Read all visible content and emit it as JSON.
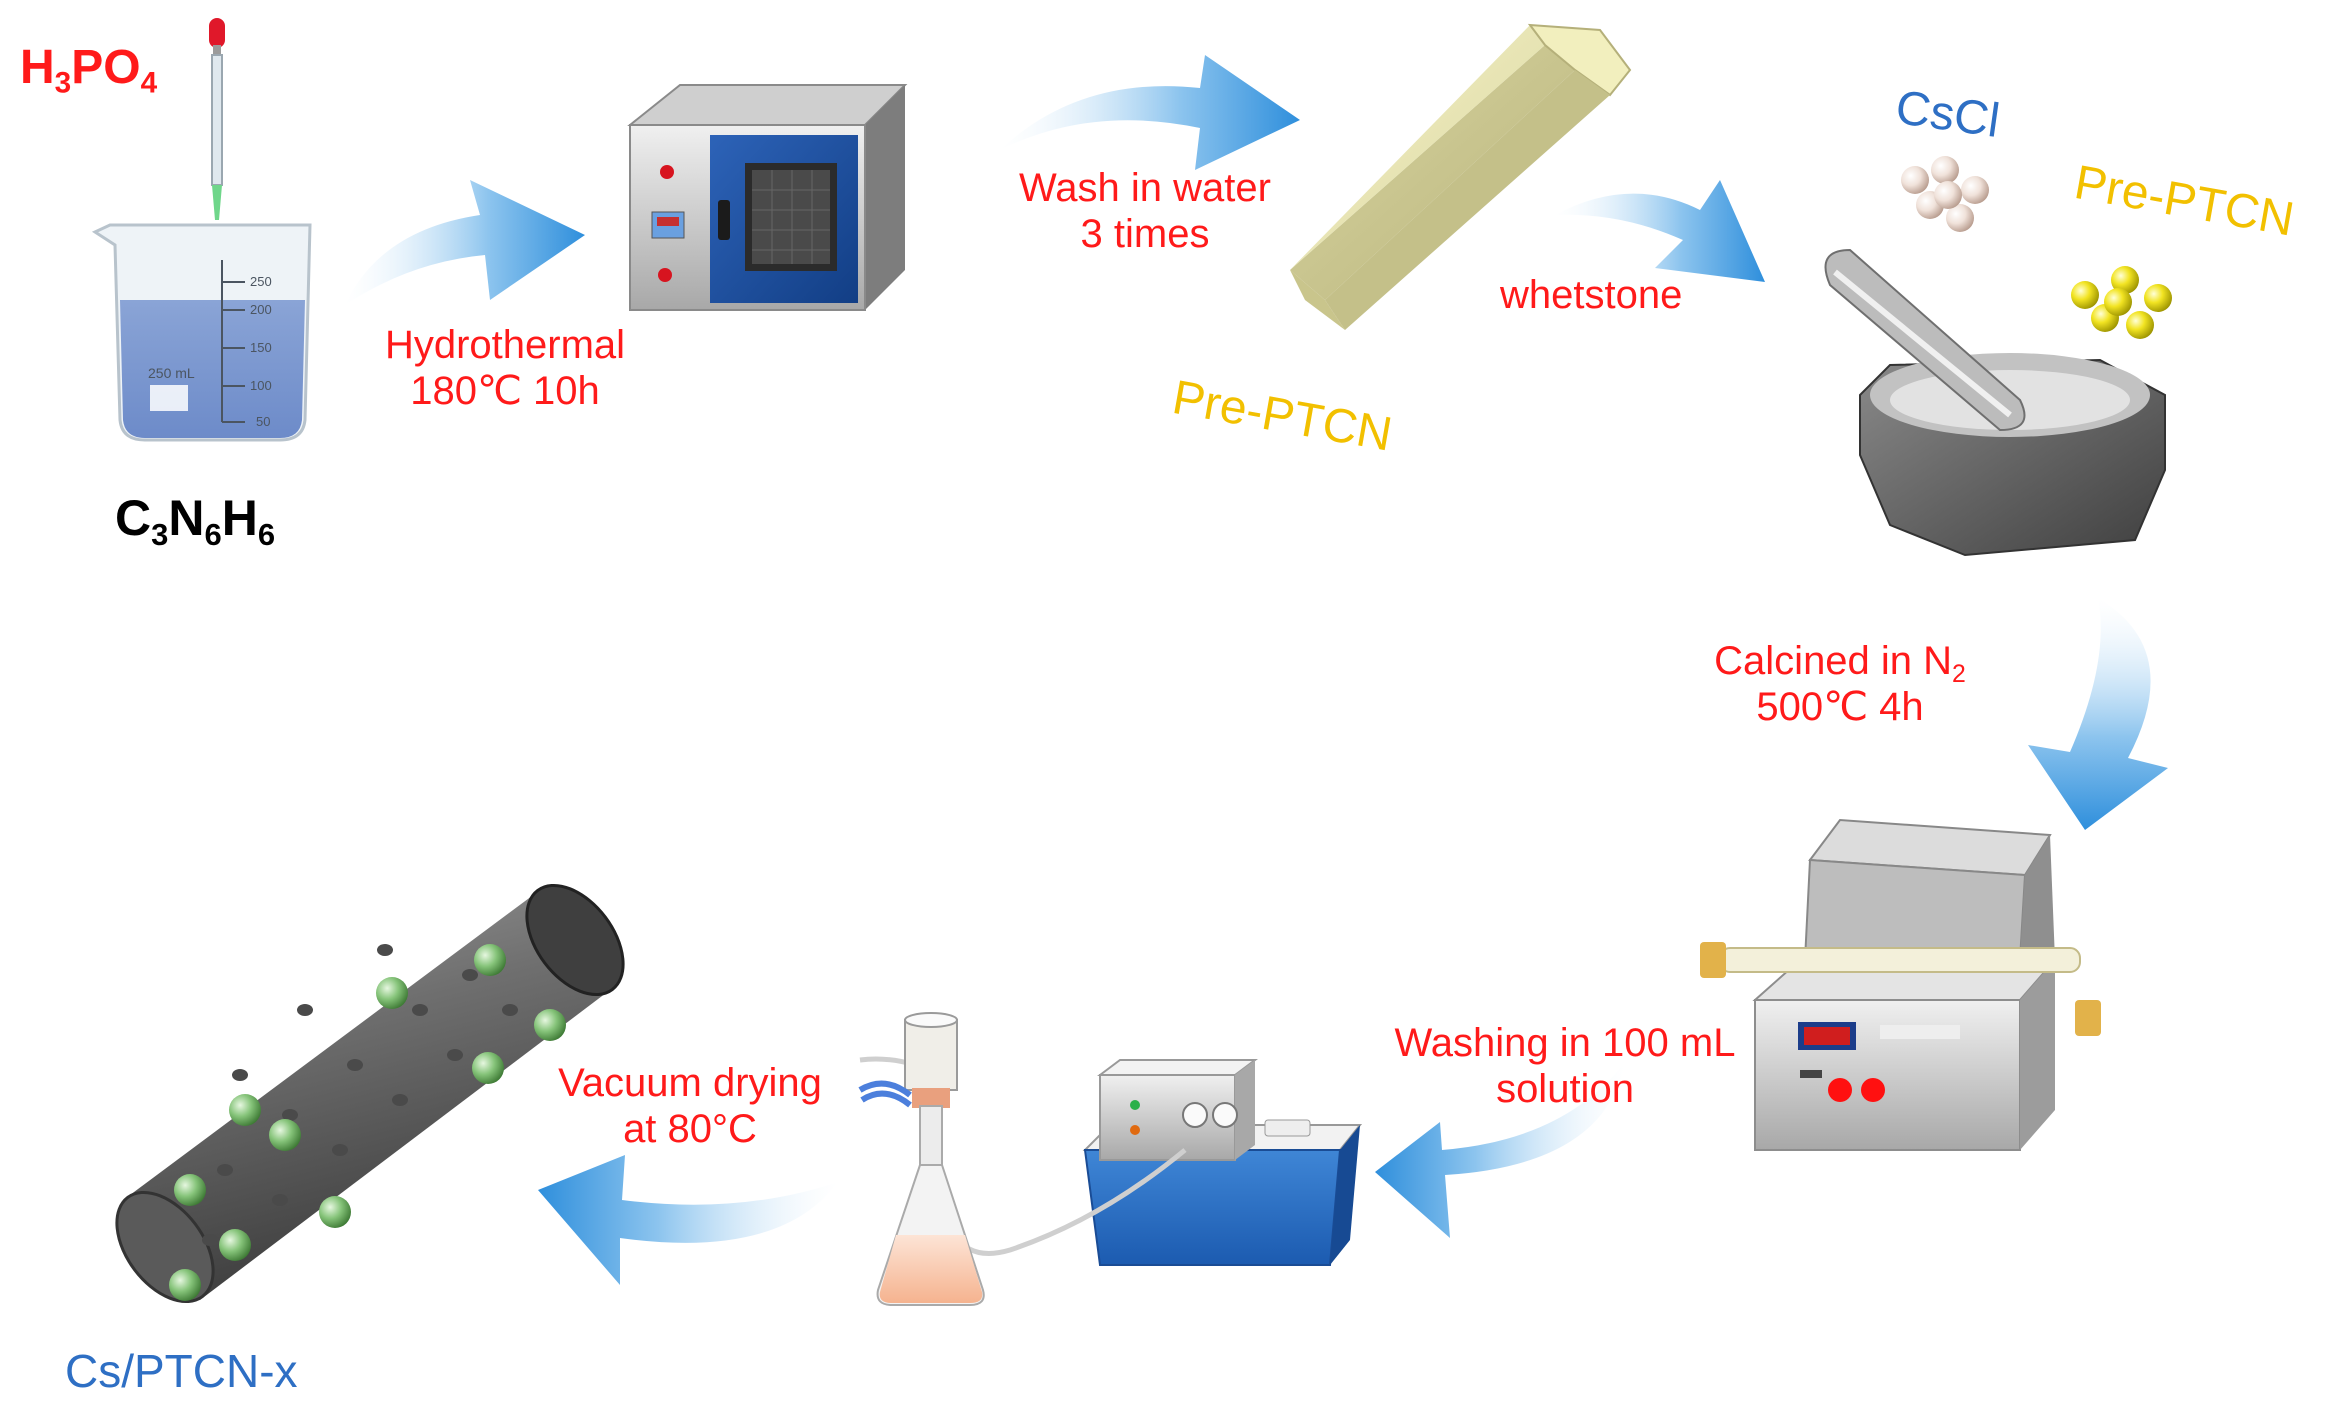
{
  "labels": {
    "h3po4": {
      "p1": "H",
      "s1": "3",
      "p2": "PO",
      "s2": "4"
    },
    "c3n6h6": {
      "p1": "C",
      "s1": "3",
      "p2": "N",
      "s2": "6",
      "p3": "H",
      "s3": "6"
    },
    "hydrothermal": {
      "line1": "Hydrothermal",
      "line2": "180℃ 10h"
    },
    "wash": {
      "line1": "Wash in water",
      "line2": "3 times"
    },
    "whetstone": "whetstone",
    "pre_ptcn_left": "Pre-PTCN",
    "cscl": "CsCl",
    "pre_ptcn_right": "Pre-PTCN",
    "calcined": {
      "line1_main": "Calcined in N",
      "line1_sub": "2",
      "line2": "500℃ 4h"
    },
    "washing": {
      "line1": "Washing in 100 mL",
      "line2": "solution"
    },
    "vacuum": {
      "line1": "Vacuum drying",
      "line2": "at 80°C"
    },
    "product": "Cs/PTCN-x"
  },
  "colors": {
    "process_text": "#ff1a1a",
    "pre_ptcn_text": "#f2c000",
    "cscl_text": "#2e6fc4",
    "product_text": "#2e6fc4",
    "arrow": "#2f8fdc"
  },
  "icons": [
    "beaker-with-pipette",
    "oven",
    "crystal-rod",
    "mortar-and-pestle",
    "tube-furnace",
    "water-bath-vacuum-pump",
    "vacuum-filtration-flask",
    "porous-tube-with-particles"
  ]
}
